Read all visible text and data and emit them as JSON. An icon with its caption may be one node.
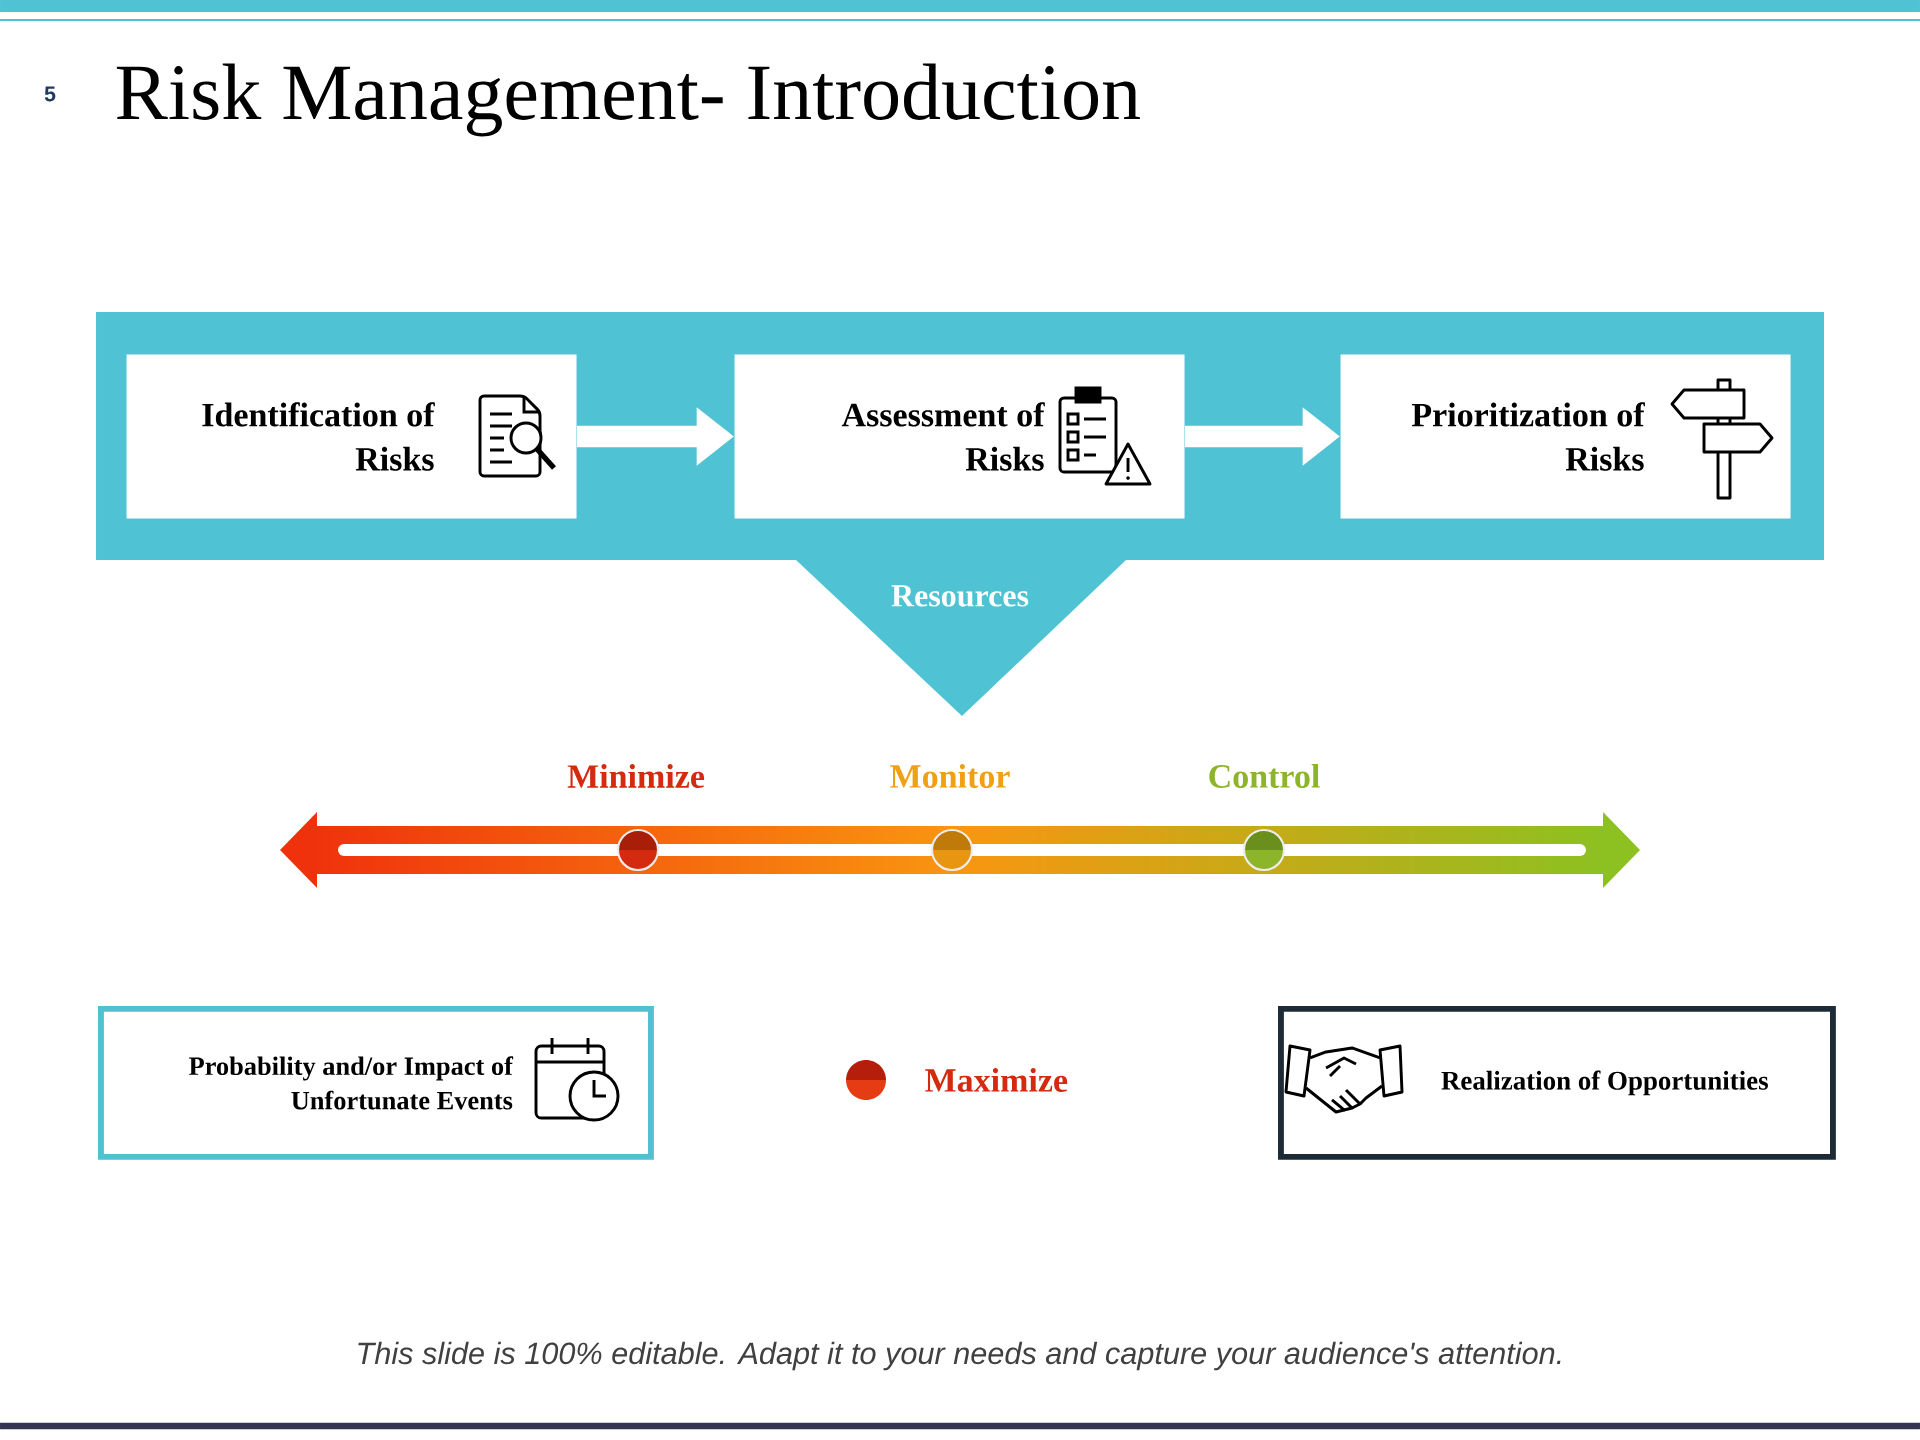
{
  "diagram": {
    "title": "Risk Management- Introduction",
    "caption": "This slide is 100% editable. Adapt it to your needs and capture your audience's attention.",
    "nodes": [
      {
        "text": [
          "Resources"
        ]
      },
      {
        "text": [
          "Identification of Risks"
        ],
        "in": 0
      },
      {
        "text": [
          "Assessment of Risks"
        ],
        "in": 0
      },
      {
        "text": [
          "Prioritization of Risks"
        ],
        "in": 0
      },
      {
        "text": [
          "Probability and/or Impact of Unfortunate Events"
        ]
      },
      {
        "text": [
          "Realization of Opportunities"
        ]
      }
    ],
    "edges": [
      {
        "from": 1,
        "to": 2,
        "arrow": "to"
      },
      {
        "from": 2,
        "to": 3,
        "arrow": "to"
      }
    ],
    "labels": [
      "5",
      "Minimize",
      "Monitor",
      "Control",
      "Maximize"
    ]
  }
}
